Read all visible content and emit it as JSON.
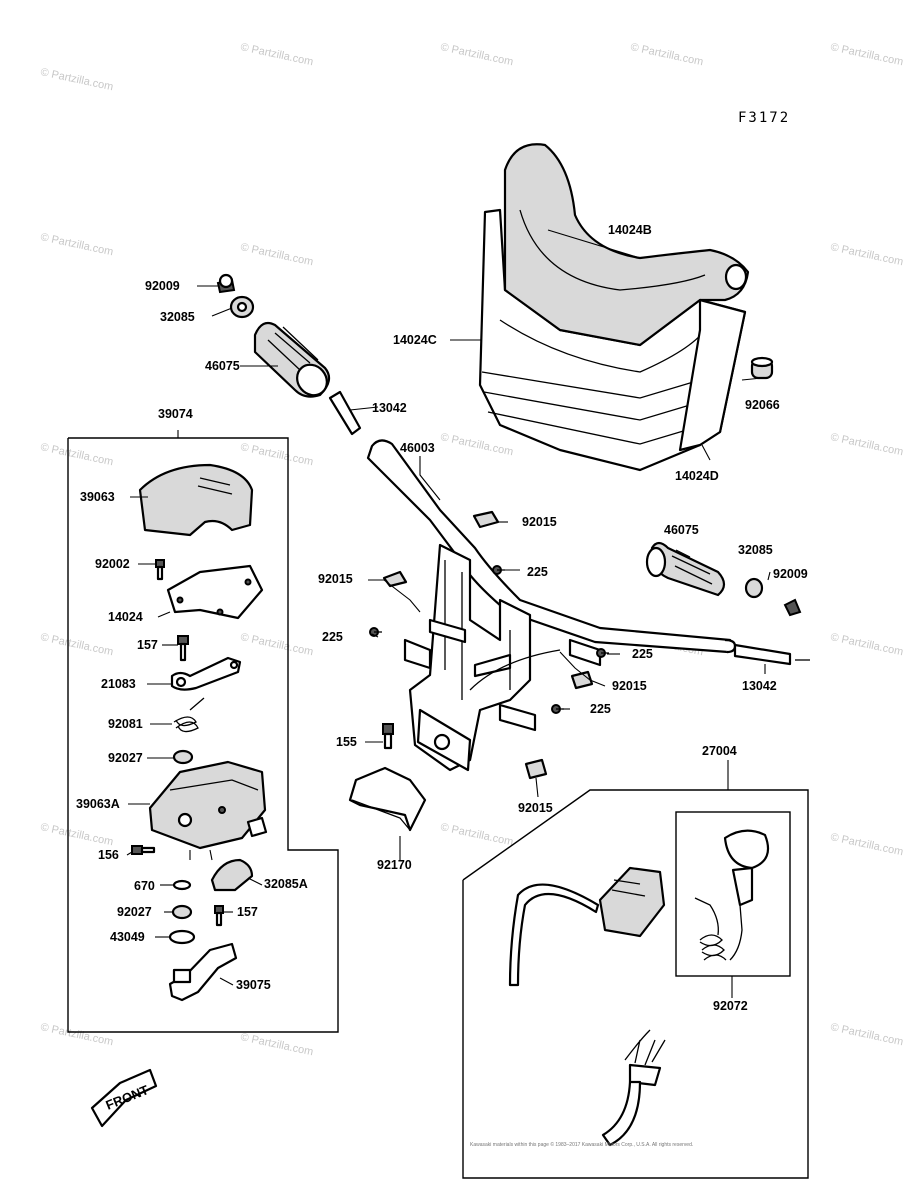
{
  "figure_code": "F3172",
  "watermark": "© Partzilla.com",
  "front_label": "FRONT",
  "copyright": "Kawasaki materials within this page © 1983–2017 Kawasaki Motors Corp., U.S.A. All rights reserved.",
  "labels": {
    "p14024B": "14024B",
    "p14024C": "14024C",
    "p14024D": "14024D",
    "p92066": "92066",
    "p92009_top": "92009",
    "p32085_top": "32085",
    "p46075_top": "46075",
    "p13042_top": "13042",
    "p39074": "39074",
    "p46003": "46003",
    "p39063": "39063",
    "p92015_a": "92015",
    "p225_a": "225",
    "p46075_right": "46075",
    "p32085_right": "32085",
    "p92009_right": "92009",
    "p92002": "92002",
    "p92015_b": "92015",
    "p14024": "14024",
    "p225_b": "225",
    "p157_a": "157",
    "p225_c": "225",
    "p13042_right": "13042",
    "p21083": "21083",
    "p92015_c": "92015",
    "p225_d": "225",
    "p92081": "92081",
    "p155": "155",
    "p92027_a": "92027",
    "p27004": "27004",
    "p39063A": "39063A",
    "p92015_d": "92015",
    "p156": "156",
    "p92170": "92170",
    "p670": "670",
    "p32085A": "32085A",
    "p92027_b": "92027",
    "p157_b": "157",
    "p43049": "43049",
    "p92072": "92072",
    "p39075": "39075"
  }
}
